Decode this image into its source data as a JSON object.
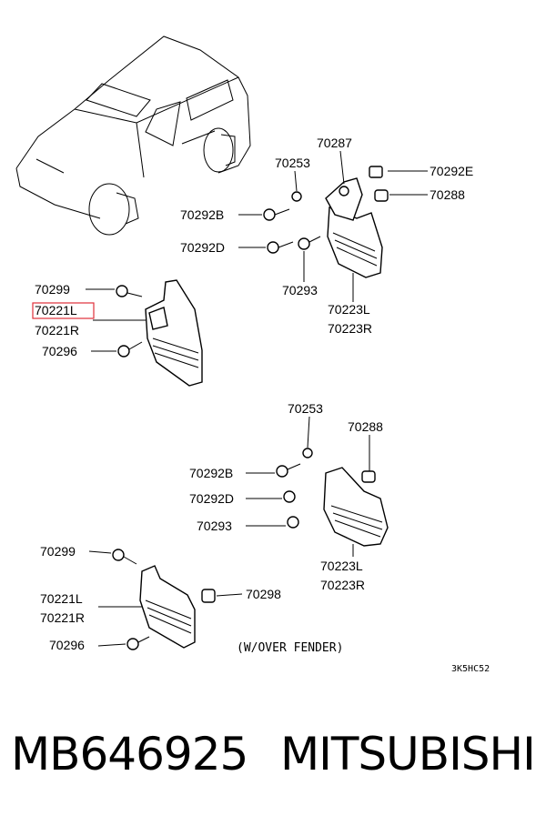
{
  "labels": {
    "l70287": "70287",
    "l70253a": "70253",
    "l70292Ea": "70292E",
    "l70288a": "70288",
    "l70292Ba": "70292B",
    "l70292Da": "70292D",
    "l70293a": "70293",
    "l70223La": "70223L",
    "l70223Ra": "70223R",
    "l70299a": "70299",
    "l70221La": "70221L",
    "l70221Ra": "70221R",
    "l70296a": "70296",
    "l70253b": "70253",
    "l70288b": "70288",
    "l70292Bb": "70292B",
    "l70292Db": "70292D",
    "l70293b": "70293",
    "l70223Lb": "70223L",
    "l70223Rb": "70223R",
    "l70299b": "70299",
    "l70221Lb": "70221L",
    "l70221Rb": "70221R",
    "l70298": "70298",
    "l70296b": "70296"
  },
  "note": "(W/OVER FENDER)",
  "diagram_code": "3K5HC52",
  "footer": {
    "part_number": "MB646925",
    "brand": "MITSUBISHI"
  },
  "highlight_color": "#e0303a"
}
